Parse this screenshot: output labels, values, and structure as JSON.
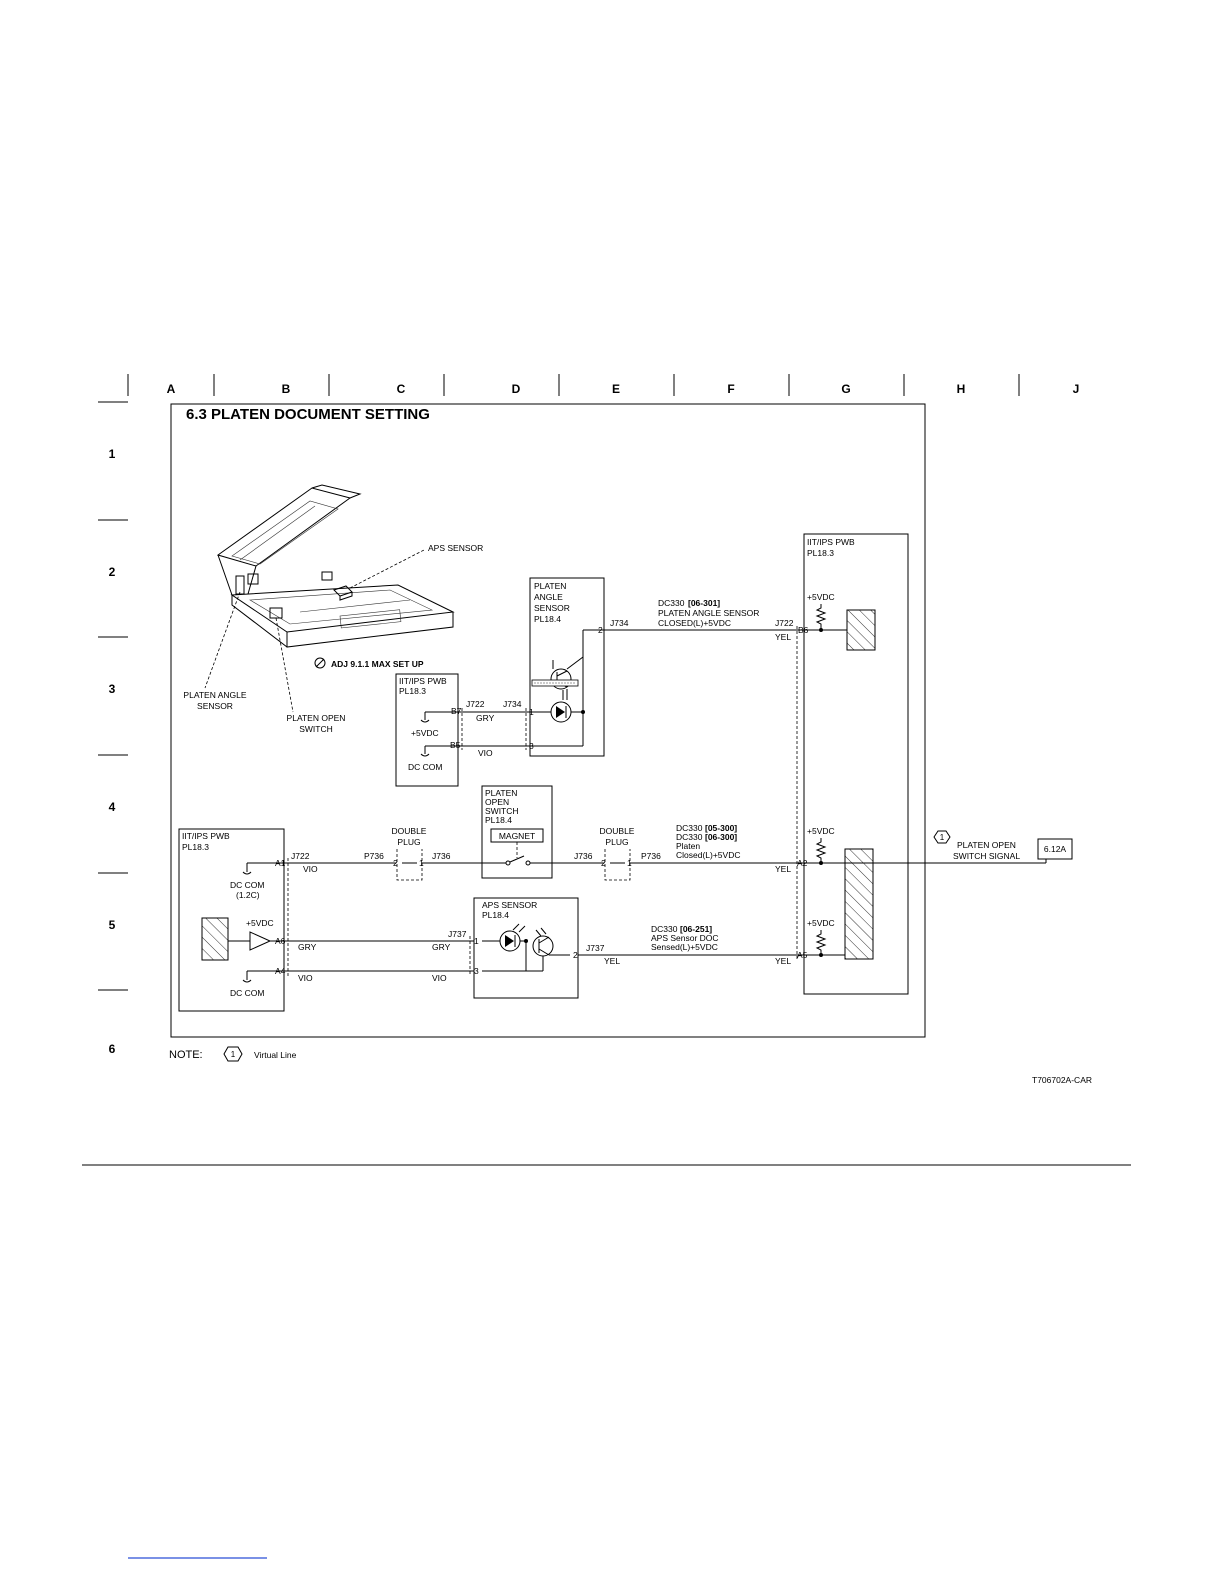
{
  "grid": {
    "columns": [
      "A",
      "B",
      "C",
      "D",
      "E",
      "F",
      "G",
      "H",
      "J"
    ],
    "rows": [
      "1",
      "2",
      "3",
      "4",
      "5",
      "6"
    ]
  },
  "title": "6.3 PLATEN DOCUMENT SETTING",
  "figure_id": "T706702A-CAR",
  "note": {
    "label": "NOTE:",
    "marker": "1",
    "text": "Virtual Line"
  },
  "scanner": {
    "aps_sensor_label": "APS SENSOR",
    "angle_sensor_label": [
      "PLATEN ANGLE",
      "SENSOR"
    ],
    "open_switch_label": [
      "PLATEN OPEN",
      "SWITCH"
    ],
    "adjustment": "ADJ 9.1.1 MAX SET UP"
  },
  "pwb_left_top": {
    "lines": [
      "IIT/IPS PWB",
      "PL18.3"
    ],
    "pin_b7": "B7",
    "pin_b5": "B5",
    "supply": "+5VDC",
    "ground": "DC COM"
  },
  "angle_sensor_box": {
    "lines": [
      "PLATEN",
      "ANGLE",
      "SENSOR",
      "PL18.4"
    ]
  },
  "angle_wires": {
    "j722": "J722",
    "j734": "J734",
    "gry": "GRY",
    "vio": "VIO",
    "pin1": "1",
    "pin2": "2",
    "pin3": "3"
  },
  "angle_signal": {
    "j734": "J734",
    "dc": "DC330",
    "code": "[06-301]",
    "desc1": "PLATEN ANGLE SENSOR",
    "desc2": "CLOSED(L)+5VDC",
    "j722": "J722",
    "pin": "B6",
    "color": "YEL"
  },
  "pwb_right": {
    "lines": [
      "IIT/IPS PWB",
      "PL18.3"
    ],
    "vdc_b6": "+5VDC",
    "vdc_a2": "+5VDC",
    "vdc_a5": "+5VDC"
  },
  "pwb_left_bottom": {
    "lines": [
      "IIT/IPS PWB",
      "PL18.3"
    ],
    "pin_a1": "A1",
    "pin_a6": "A6",
    "pin_a4": "A4",
    "dc_com1": "DC COM",
    "dc_com1_ref": "(1.2C)",
    "supply": "+5VDC",
    "dc_com2": "DC COM"
  },
  "switch_path": {
    "j722": "J722",
    "vio": "VIO",
    "p736_left": "P736",
    "double_plug_left": [
      "DOUBLE",
      "PLUG"
    ],
    "plug_pins_left": [
      "2",
      "1"
    ],
    "j736_left": "J736",
    "switch_box": {
      "lines": [
        "PLATEN",
        "OPEN",
        "SWITCH",
        "PL18.4"
      ],
      "magnet": "MAGNET"
    },
    "j736_right": "J736",
    "double_plug_right": [
      "DOUBLE",
      "PLUG"
    ],
    "plug_pins_right": [
      "2",
      "1"
    ],
    "p736_right": "P736",
    "dc1": "DC330",
    "code1": "[05-300]",
    "dc2": "DC330",
    "code2": "[06-300]",
    "desc1": "Platen",
    "desc2": "Closed(L)+5VDC",
    "color": "YEL",
    "pin": "A2"
  },
  "signal_out": {
    "marker": "1",
    "text": [
      "PLATEN OPEN",
      "SWITCH SIGNAL"
    ],
    "ref": "6.12A"
  },
  "aps_path": {
    "box": {
      "lines": [
        "APS SENSOR",
        "PL18.4"
      ]
    },
    "gry_left": "GRY",
    "vio_left": "VIO",
    "gry_right": "GRY",
    "vio_right": "VIO",
    "j737_left": "J737",
    "pin1": "1",
    "pin3": "3",
    "pin2": "2",
    "j737_right": "J737",
    "yel_left": "YEL",
    "dc": "DC330",
    "code": "[06-251]",
    "desc1": "APS Sensor DOC",
    "desc2": "Sensed(L)+5VDC",
    "color": "YEL",
    "pin": "A5"
  }
}
